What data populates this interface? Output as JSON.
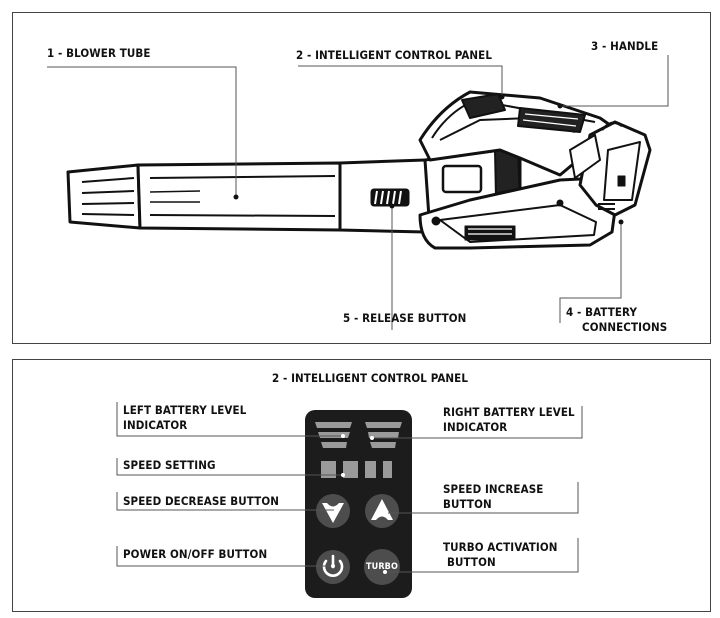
{
  "top_panel": {
    "callouts": {
      "blower_tube": "1 - BLOWER TUBE",
      "control_panel": "2 - INTELLIGENT CONTROL PANEL",
      "handle": "3 - HANDLE",
      "battery_line1": "4 - BATTERY",
      "battery_line2": "CONNECTIONS",
      "release_button": "5 - RELEASE  BUTTON"
    }
  },
  "bottom_panel": {
    "title": "2 - INTELLIGENT CONTROL PANEL",
    "callouts": {
      "left_battery_line1": "LEFT BATTERY LEVEL",
      "left_battery_line2": "INDICATOR",
      "right_battery_line1": "RIGHT BATTERY LEVEL",
      "right_battery_line2": "INDICATOR",
      "speed_setting": "SPEED SETTING",
      "speed_decrease": "SPEED DECREASE BUTTON",
      "speed_increase_line1": "SPEED INCREASE",
      "speed_increase_line2": "BUTTON",
      "power_button": "POWER ON/OFF BUTTON",
      "turbo_line1": "TURBO ACTIVATION",
      "turbo_line2": "BUTTON"
    },
    "turbo_button_text": "TURBO"
  },
  "icons": [
    "power-icon",
    "speed-decrease-icon",
    "speed-increase-icon",
    "battery-level-bars",
    "speed-level-bars"
  ],
  "colors": {
    "panel": "#1c1c1c",
    "button": "#4d4d4d",
    "outline": "#222222",
    "page": "#ffffff"
  }
}
